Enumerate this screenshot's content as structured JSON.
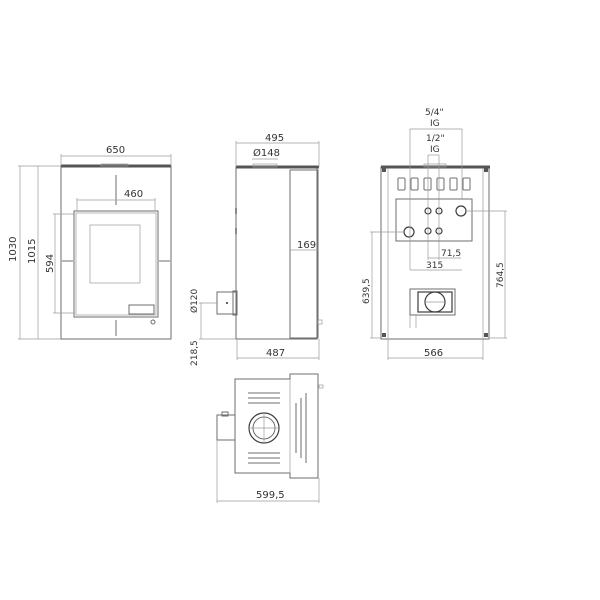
{
  "drawing": {
    "title": "Stove dimensional drawing",
    "views": {
      "front": {
        "dimensions": {
          "width_total": "650",
          "door_width": "460",
          "height_total": "1030",
          "height_body": "1015",
          "door_height": "594"
        }
      },
      "side": {
        "dimensions": {
          "depth_top": "495",
          "flue_diameter": "Ø148",
          "side_panel": "169",
          "depth_bottom": "487",
          "air_inlet_diameter": "Ø120",
          "air_inlet_height": "218,5"
        }
      },
      "back": {
        "dimensions": {
          "pipe_large": "5/4\"",
          "pipe_large_thread": "IG",
          "pipe_small": "1/2\"",
          "pipe_small_thread": "IG",
          "spacing_small": "71,5",
          "spacing_large": "315",
          "height_left": "639,5",
          "height_right": "764,5",
          "width": "566"
        }
      },
      "top": {
        "dimensions": {
          "depth_total": "599,5"
        }
      }
    }
  }
}
